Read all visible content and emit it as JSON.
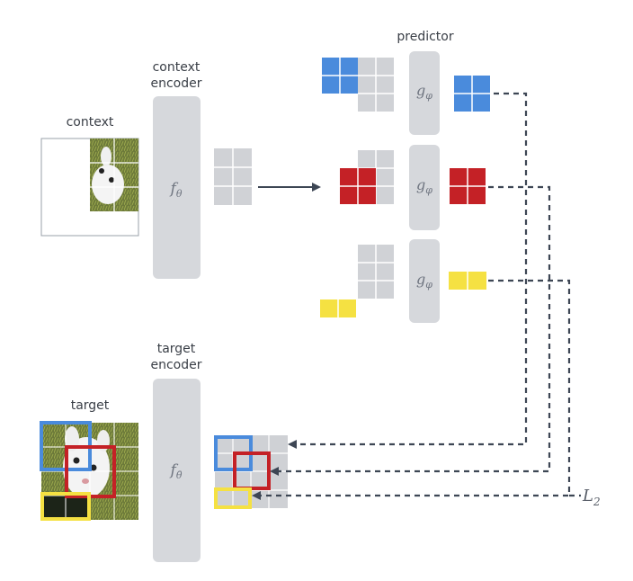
{
  "labels": {
    "context": "context",
    "context_encoder_line1": "context",
    "context_encoder_line2": "encoder",
    "predictor": "predictor",
    "target_encoder_line1": "target",
    "target_encoder_line2": "encoder",
    "target": "target",
    "loss": "L",
    "loss_subscript": "2"
  },
  "math": {
    "context_encoder_fn": "f",
    "context_encoder_sub": "θ",
    "target_encoder_fn": "f",
    "target_encoder_sub": "θ̄",
    "predictor_fn": "g",
    "predictor_sub": "φ"
  },
  "colors": {
    "block": "#d6d8dc",
    "block_cell": "#cfd1d5",
    "blue": "#4a8bdc",
    "red": "#c42126",
    "yellow": "#f5e142",
    "arrow": "#3d4654",
    "text": "#3a3f47"
  }
}
